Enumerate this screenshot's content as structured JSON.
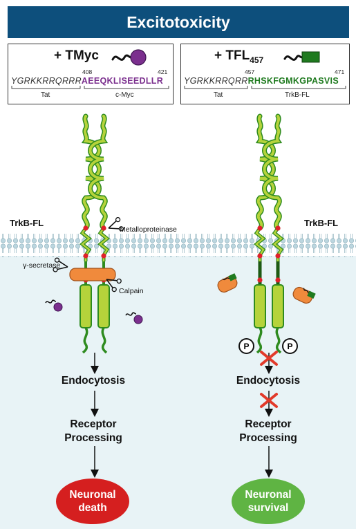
{
  "title": "Excitotoxicity",
  "left_panel": {
    "heading": "+ TMyc",
    "tat_sequence": "YGRKKRRQRRR",
    "cargo_sequence": "AEEQKLISEEDLLR",
    "start_residue": "408",
    "end_residue": "421",
    "tat_label": "Tat",
    "cargo_label": "c-Myc",
    "cargo_color": "#7b2f8e"
  },
  "right_panel": {
    "heading_main": "+ TFL",
    "heading_sub": "457",
    "tat_sequence": "YGRKKRRQRR",
    "cargo_sequence": "RHSKFGMKGPASVIS",
    "start_residue": "457",
    "end_residue": "471",
    "tat_label": "Tat",
    "cargo_label": "TrkB-FL",
    "cargo_color": "#1f7a1f"
  },
  "receptor_label_left": "TrkB-FL",
  "receptor_label_right": "TrkB-FL",
  "enzymes": {
    "metalloproteinase": "Metalloproteinase",
    "gamma_secretase": "γ-secretase",
    "calpain": "Calpain"
  },
  "phospho_label": "P",
  "left_flow": {
    "step1": "Endocytosis",
    "step2": "Receptor Processing",
    "outcome": "Neuronal death",
    "outcome_color": "#d51f1f"
  },
  "right_flow": {
    "step1": "Endocytosis",
    "step2": "Receptor Processing",
    "outcome": "Neuronal survival",
    "outcome_color": "#5fb443"
  },
  "colors": {
    "header": "#0d4f7c",
    "membrane": "#c9dfe6",
    "cytoplasm": "#e8f3f6",
    "receptor_fill": "#b5d33b",
    "receptor_outline": "#2e8b1f",
    "cleavage_site": "#e0202a",
    "protease": "#f08a3c",
    "block_cross": "#e23a2a"
  }
}
